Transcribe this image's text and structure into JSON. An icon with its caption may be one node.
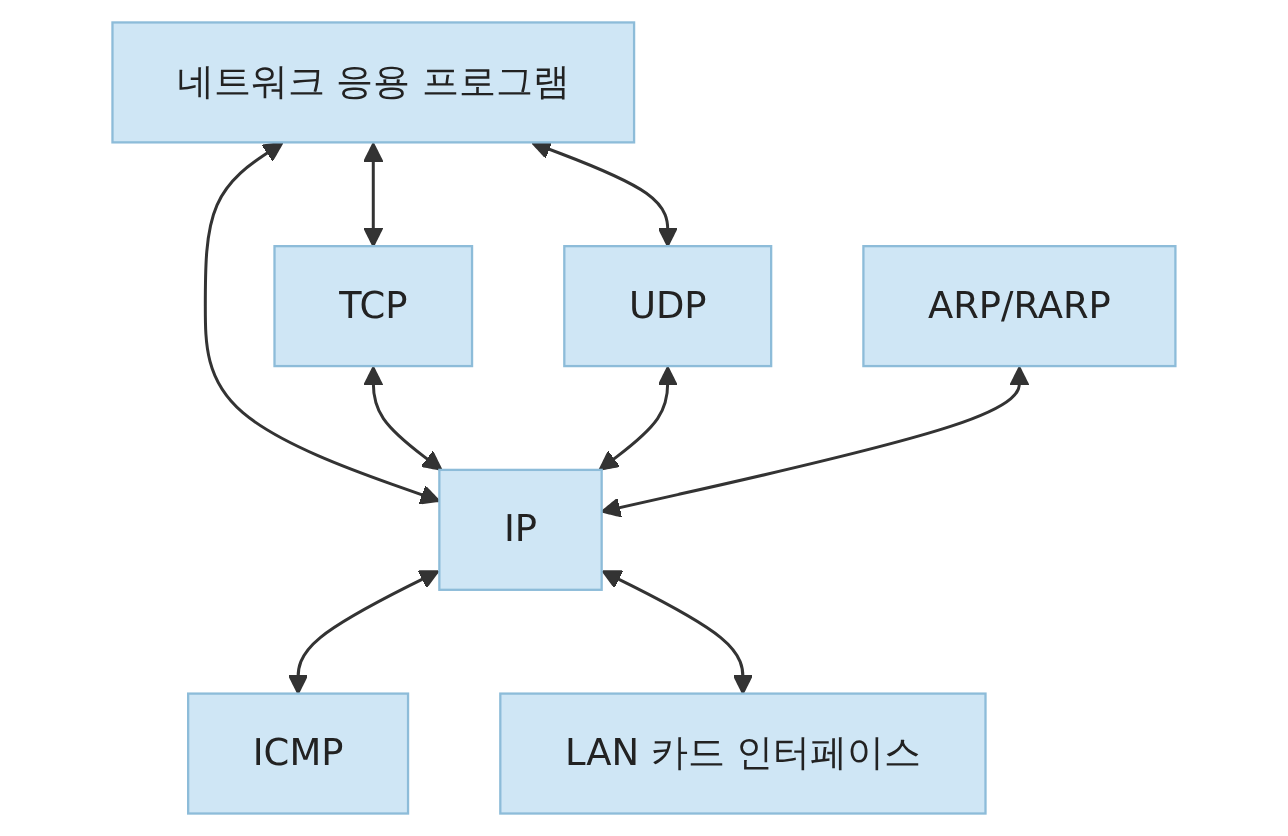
{
  "diagram": {
    "nodes": [
      {
        "text": [
          "네트워크 응용 프로그램"
        ]
      },
      {
        "text": [
          "TCP"
        ]
      },
      {
        "text": [
          "UDP"
        ]
      },
      {
        "text": [
          "ARP/RARP"
        ]
      },
      {
        "text": [
          "IP"
        ]
      },
      {
        "text": [
          "ICMP"
        ]
      },
      {
        "text": [
          "LAN 카드 인터페이스"
        ]
      }
    ],
    "edges": [
      {
        "from": 0,
        "to": 1,
        "arrow": "both"
      },
      {
        "from": 0,
        "to": 4,
        "arrow": "both"
      },
      {
        "from": 0,
        "to": 2,
        "arrow": "both"
      },
      {
        "from": 1,
        "to": 4,
        "arrow": "both"
      },
      {
        "from": 2,
        "to": 4,
        "arrow": "both"
      },
      {
        "from": 3,
        "to": 4,
        "arrow": "both"
      },
      {
        "from": 4,
        "to": 5,
        "arrow": "both"
      },
      {
        "from": 4,
        "to": 6,
        "arrow": "both"
      }
    ]
  }
}
